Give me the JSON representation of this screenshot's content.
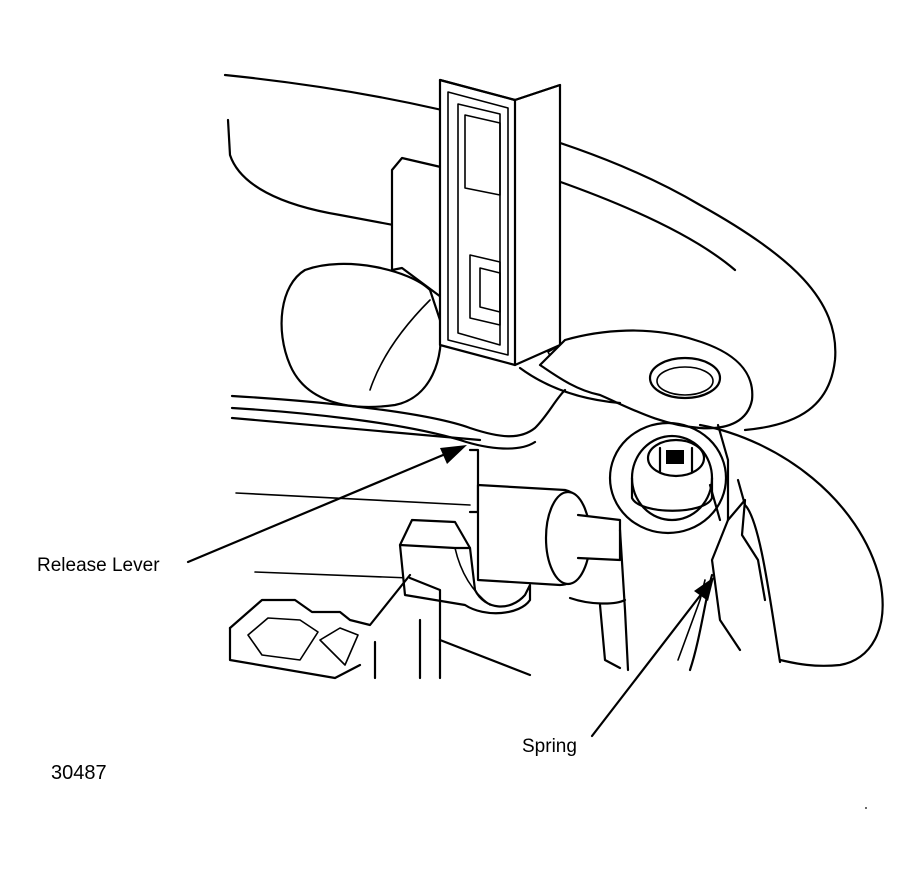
{
  "labels": {
    "release_lever": "Release Lever",
    "spring": "Spring",
    "figure_number": "30487"
  }
}
